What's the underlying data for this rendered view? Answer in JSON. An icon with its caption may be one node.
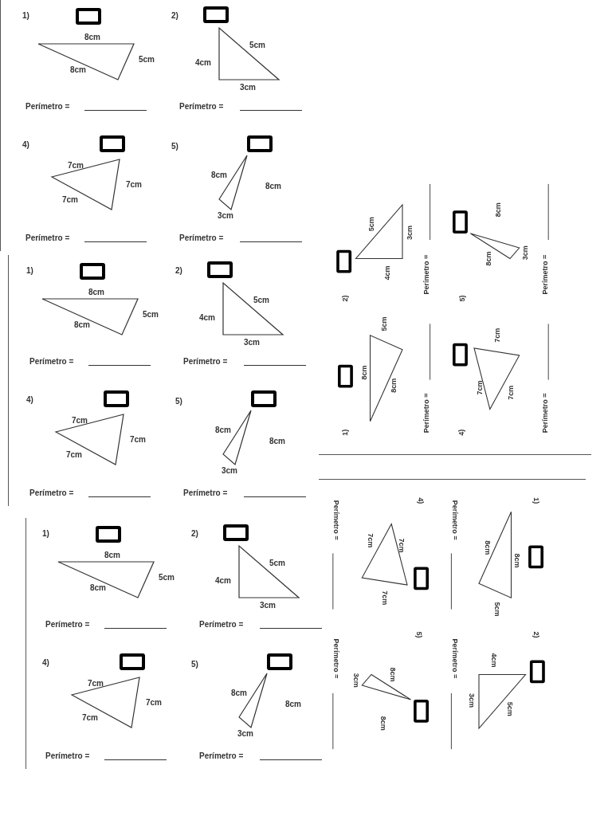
{
  "diagram": {
    "labels": [
      "1)",
      "8cm",
      "5cm",
      "8cm",
      "Perímetro =",
      "2)",
      "5cm",
      "4cm",
      "3cm",
      "Perímetro =",
      "4)",
      "7cm",
      "7cm",
      "7cm",
      "Perímetro =",
      "5)",
      "8cm",
      "8cm",
      "3cm",
      "Perímetro =",
      "1)",
      "8cm",
      "5cm",
      "8cm",
      "Perímetro =",
      "2)",
      "5cm",
      "4cm",
      "3cm",
      "Perímetro =",
      "4)",
      "7cm",
      "7cm",
      "7cm",
      "Perímetro =",
      "5)",
      "8cm",
      "8cm",
      "3cm",
      "Perímetro =",
      "1)",
      "8cm",
      "5cm",
      "8cm",
      "Perímetro =",
      "2)",
      "5cm",
      "4cm",
      "3cm",
      "Perímetro =",
      "4)",
      "7cm",
      "7cm",
      "7cm",
      "Perímetro =",
      "5)",
      "8cm",
      "8cm",
      "3cm",
      "Perímetro =",
      "1)",
      "8cm",
      "5cm",
      "8cm",
      "Perímetro =",
      "2)",
      "5cm",
      "4cm",
      "3cm",
      "Perímetro =",
      "4)",
      "7cm",
      "7cm",
      "7cm",
      "Perímetro =",
      "5)",
      "8cm",
      "8cm",
      "3cm",
      "Perímetro =",
      "1)",
      "8cm",
      "5cm",
      "8cm",
      "Perímetro =",
      "2)",
      "5cm",
      "4cm",
      "3cm",
      "Perímetro =",
      "4)",
      "7cm",
      "7cm",
      "7cm",
      "Perímetro =",
      "5)",
      "8cm",
      "8cm",
      "3cm",
      "Perímetro ="
    ]
  }
}
